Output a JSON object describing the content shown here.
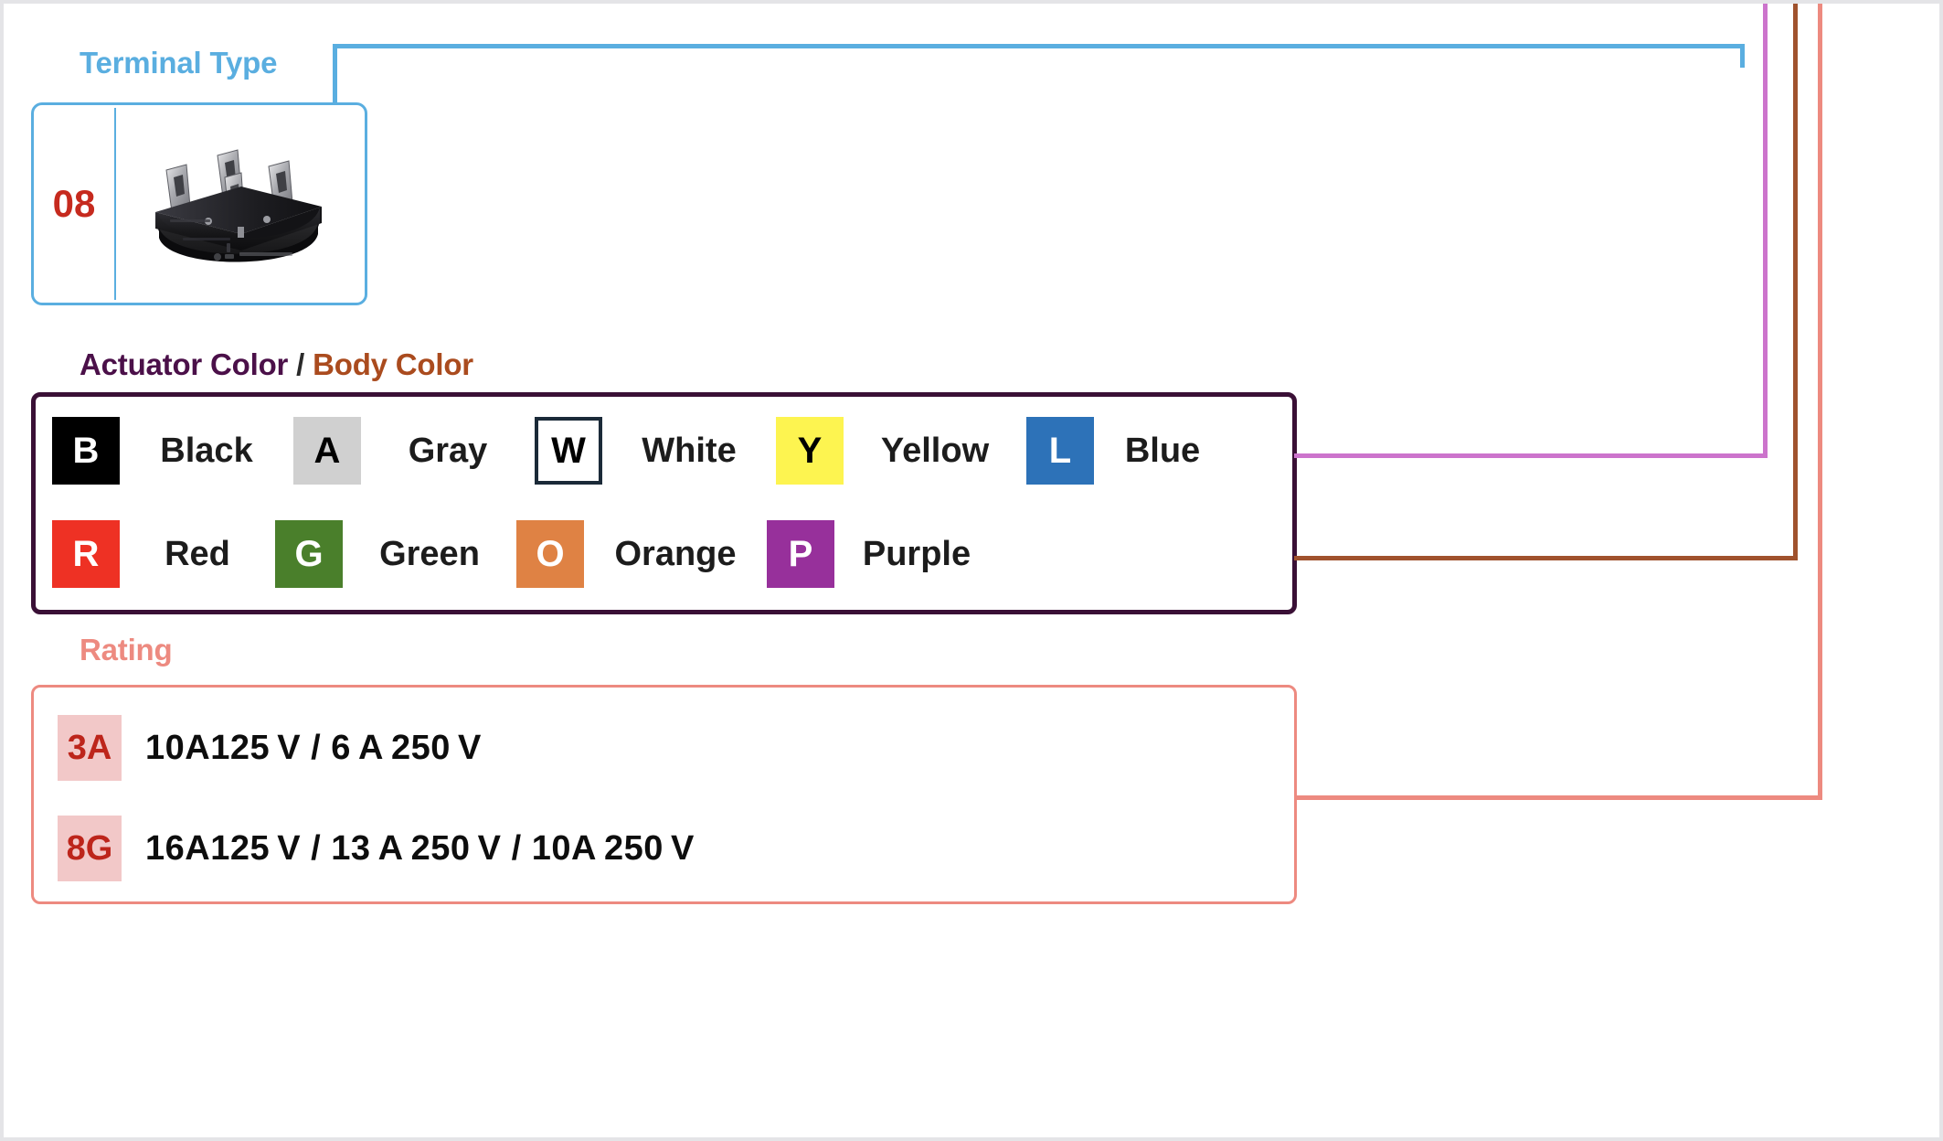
{
  "terminal_type": {
    "label": "Terminal Type",
    "accent": "#5aaee0",
    "code": "08",
    "image_alt": "terminal-connector-photo"
  },
  "actuator_body_color": {
    "label_actuator": "Actuator Color",
    "label_separator": "/",
    "label_body": "Body Color",
    "accent_actuator": "#4b1049",
    "accent_body": "#aa4b1e",
    "border_color": "#3a1036",
    "rows": [
      [
        {
          "code": "B",
          "name": "Black",
          "swatch": "#000000",
          "code_color": "#ffffff",
          "border": "none"
        },
        {
          "code": "A",
          "name": "Gray",
          "swatch": "#d0d0d0",
          "code_color": "#000000",
          "border": "none"
        },
        {
          "code": "W",
          "name": "White",
          "swatch": "#ffffff",
          "code_color": "#000000",
          "border": "#1b2a38"
        },
        {
          "code": "Y",
          "name": "Yellow",
          "swatch": "#fdf450",
          "code_color": "#000000",
          "border": "none"
        },
        {
          "code": "L",
          "name": "Blue",
          "swatch": "#2d72b8",
          "code_color": "#ffffff",
          "border": "none"
        }
      ],
      [
        {
          "code": "R",
          "name": "Red",
          "swatch": "#ee3124",
          "code_color": "#ffffff",
          "border": "none"
        },
        {
          "code": "G",
          "name": "Green",
          "swatch": "#4a7f2b",
          "code_color": "#ffffff",
          "border": "none"
        },
        {
          "code": "O",
          "name": "Orange",
          "swatch": "#df8244",
          "code_color": "#ffffff",
          "border": "none"
        },
        {
          "code": "P",
          "name": "Purple",
          "swatch": "#97309b",
          "code_color": "#ffffff",
          "border": "none"
        }
      ]
    ]
  },
  "rating": {
    "label": "Rating",
    "accent": "#ed8a80",
    "badge_bg": "#f2c8c8",
    "badge_fg": "#bd251b",
    "rows": [
      {
        "code": "3A",
        "value": "10A125 V  /  6 A 250 V"
      },
      {
        "code": "8G",
        "value": "16A125 V /  13 A 250 V  /  10A 250 V"
      }
    ]
  },
  "connectors": {
    "terminal_type_color": "#5aaee0",
    "actuator_color": "#cc74cc",
    "body_color": "#a0522d",
    "rating_color": "#ed8a80"
  }
}
